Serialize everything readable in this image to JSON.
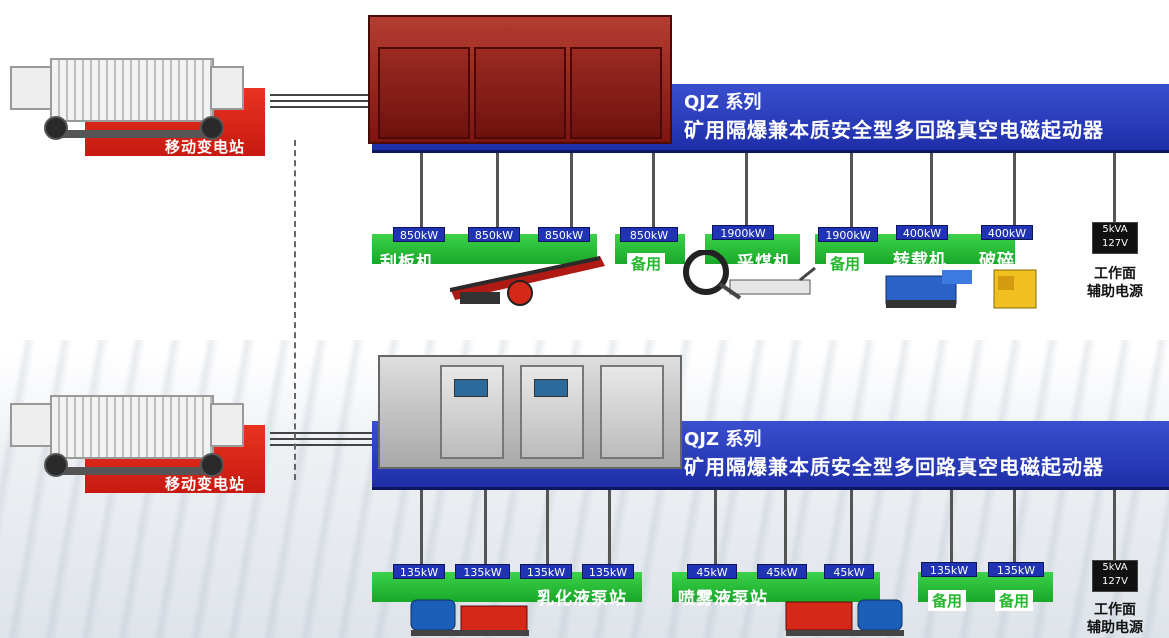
{
  "transformers": [
    {
      "label": "移动变电站"
    },
    {
      "label": "移动变电站"
    }
  ],
  "starters": [
    {
      "series": "QJZ 系列",
      "name": "矿用隔爆兼本质安全型多回路真空电磁起动器",
      "color": "#8b1a14"
    },
    {
      "series": "QJZ 系列",
      "name": "矿用隔爆兼本质安全型多回路真空电磁起动器",
      "color": "#c4c4c4"
    }
  ],
  "top_loads": {
    "tags": [
      "850kW",
      "850kW",
      "850kW",
      "850kW",
      "1900kW",
      "1900kW",
      "400kW",
      "400kW"
    ],
    "groups": {
      "scraper": "刮板机",
      "spare1": "备用",
      "shearer": "采煤机",
      "spare2": "备用",
      "loader": "转载机",
      "crusher": "破碎机"
    },
    "aux": {
      "kva": "5kVA",
      "volt": "127V",
      "label1": "工作面",
      "label2": "辅助电源"
    }
  },
  "bottom_loads": {
    "tags": [
      "135kW",
      "135kW",
      "135kW",
      "135kW",
      "45kW",
      "45kW",
      "45kW",
      "135kW",
      "135kW"
    ],
    "groups": {
      "emulsion": "乳化液泵站",
      "spray": "喷雾液泵站",
      "spare1": "备用",
      "spare2": "备用"
    },
    "aux": {
      "kva": "5kVA",
      "volt": "127V",
      "label1": "工作面",
      "label2": "辅助电源"
    }
  },
  "colors": {
    "banner": "#1e2ea8",
    "green": "#22b22e",
    "red": "#d62818",
    "tag": "#1f33b4"
  }
}
